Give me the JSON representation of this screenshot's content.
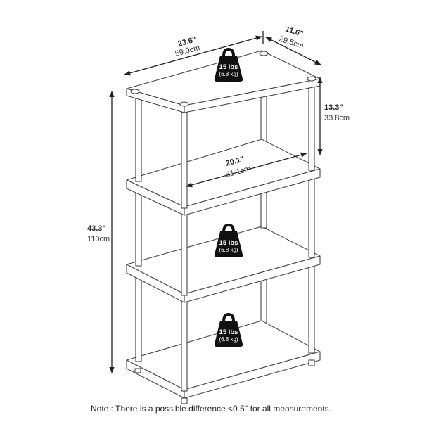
{
  "dimensions": {
    "width_in": "23.6\"",
    "width_cm": "59.9cm",
    "depth_in": "11.6\"",
    "depth_cm": "29.5cm",
    "shelf_gap_in": "13.3\"",
    "shelf_gap_cm": "33.8cm",
    "inner_width_in": "20.1\"",
    "inner_width_cm": "51.1cm",
    "height_in": "43.3\"",
    "height_cm": "110cm"
  },
  "weights": [
    {
      "label": "15 lbs",
      "sub": "(6.8 kg)"
    },
    {
      "label": "15 lbs",
      "sub": "(6.8 kg)"
    },
    {
      "label": "15 lbs",
      "sub": "(6.8 kg)"
    }
  ],
  "note": "Note : There is a possible difference <0.5'' for all measurements.",
  "colors": {
    "line": "#444444",
    "weight_icon": "#111111"
  },
  "icons": [
    "weight-icon"
  ]
}
